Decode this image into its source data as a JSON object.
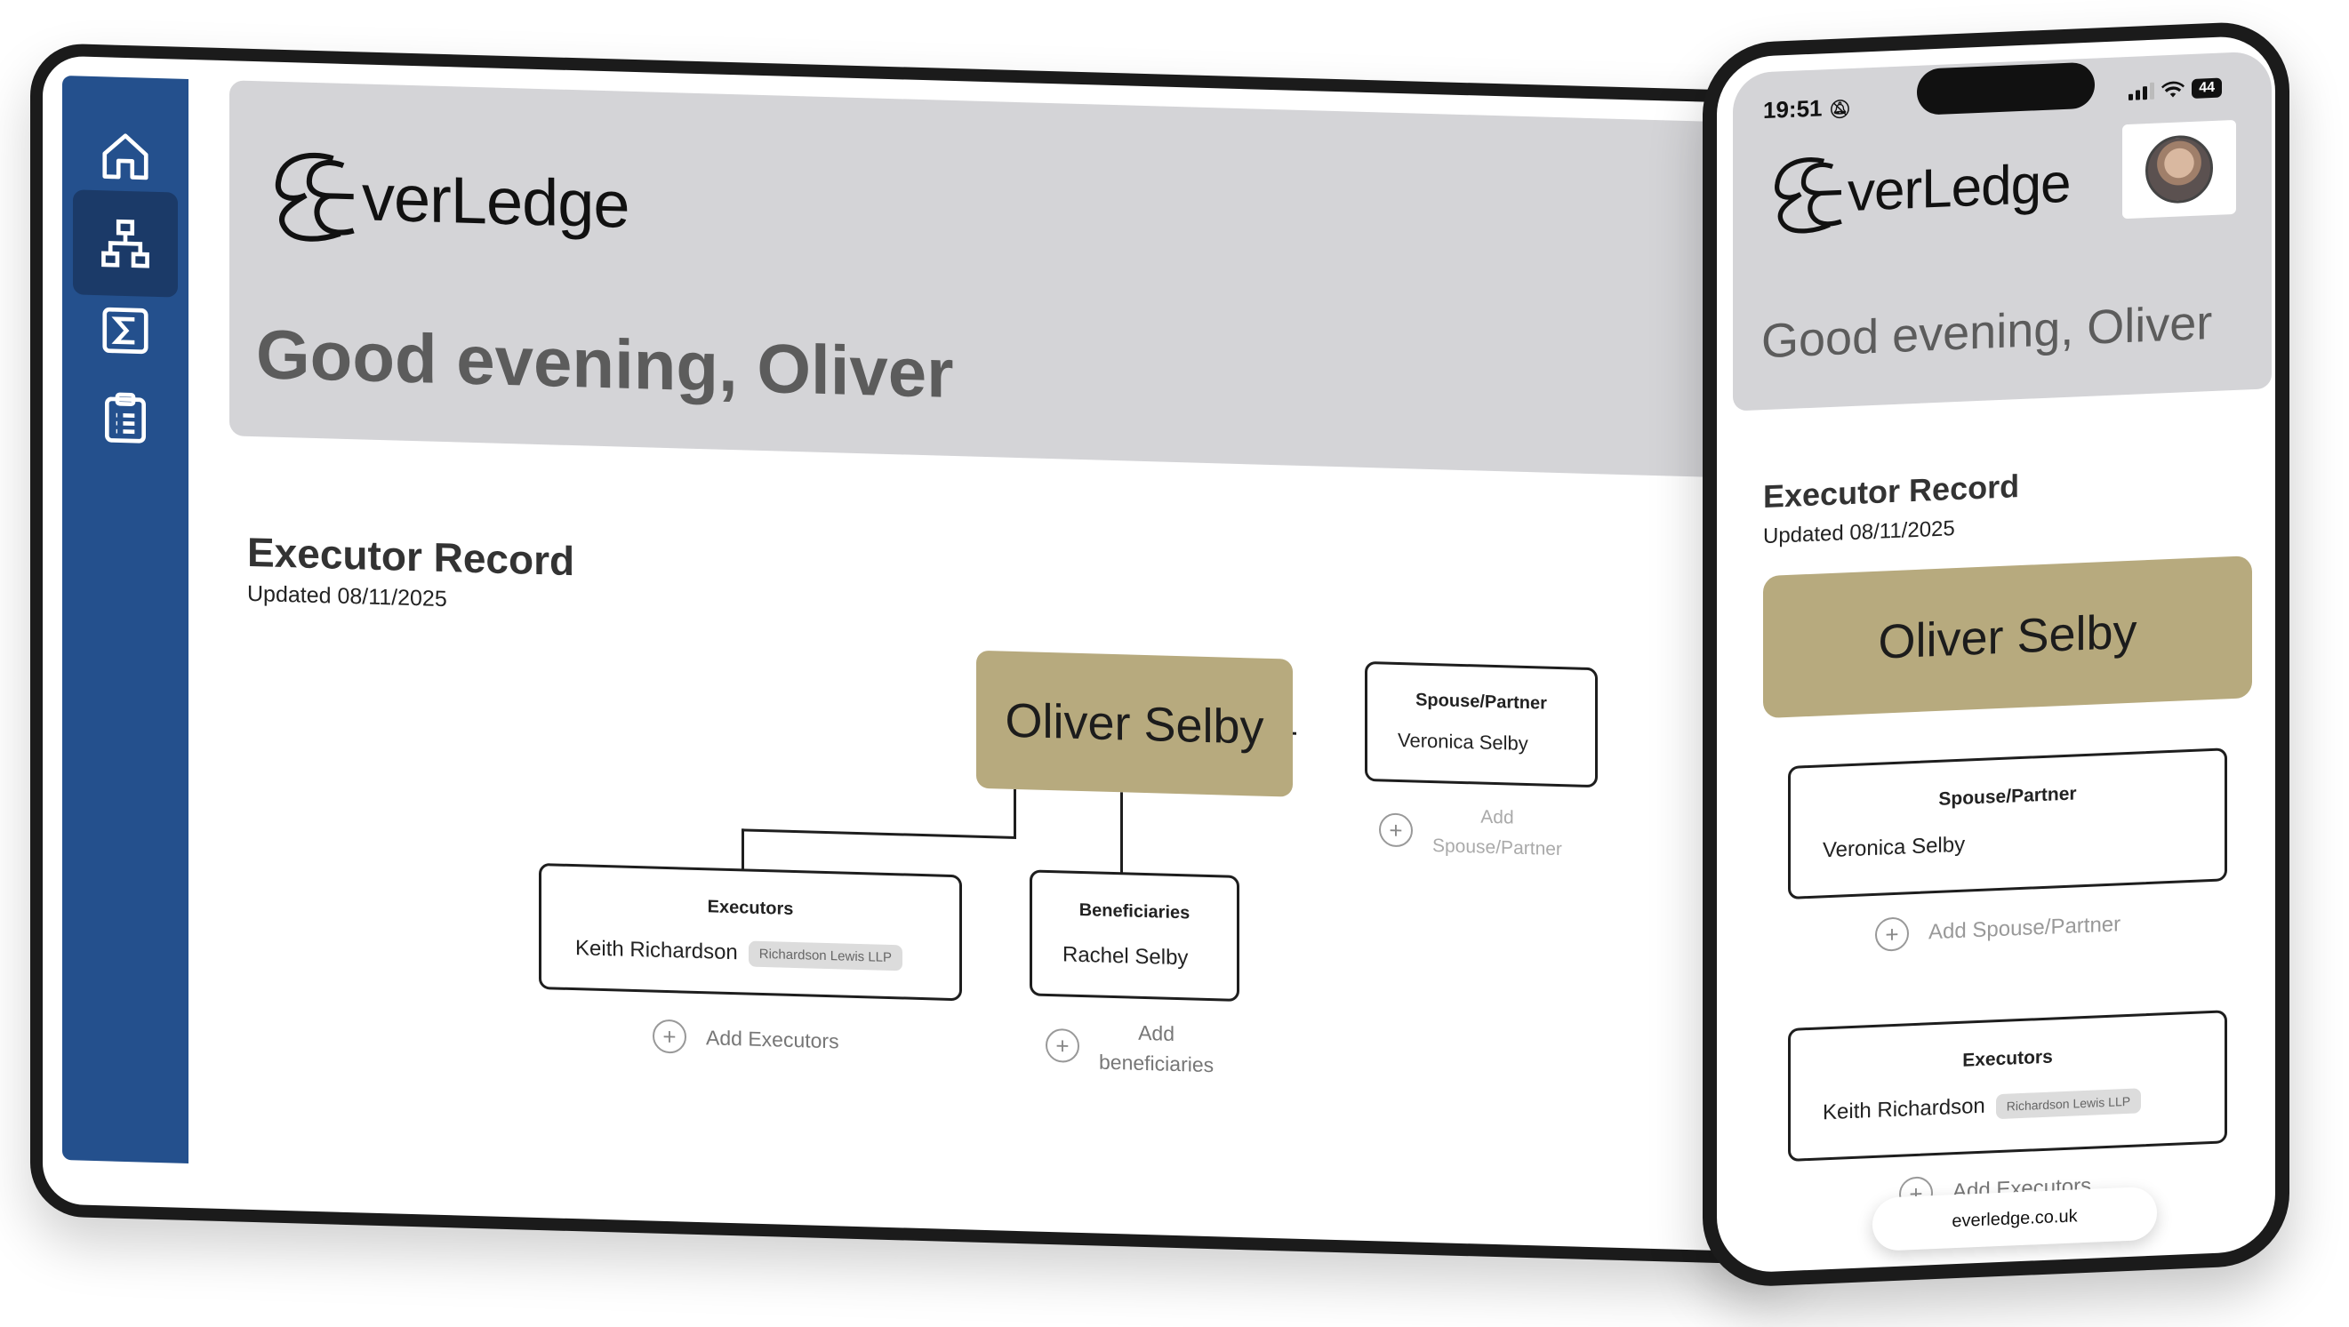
{
  "app": {
    "logo_text": "verLedge",
    "greeting": "Good evening, Oliver"
  },
  "sidebar": {
    "items": [
      {
        "icon": "home-icon",
        "active": false
      },
      {
        "icon": "org-chart-icon",
        "active": true
      },
      {
        "icon": "sigma-icon",
        "active": false
      },
      {
        "icon": "clipboard-list-icon",
        "active": false
      }
    ]
  },
  "record": {
    "title": "Executor Record",
    "updated": "Updated 08/11/2025"
  },
  "tree": {
    "root": "Oliver Selby",
    "spouse": {
      "title": "Spouse/Partner",
      "name": "Veronica Selby",
      "add_label": "Add Spouse/Partner",
      "add_line1": "Add",
      "add_line2": "Spouse/Partner"
    },
    "executors": {
      "title": "Executors",
      "name": "Keith Richardson",
      "firm": "Richardson Lewis LLP",
      "add_label": "Add Executors"
    },
    "beneficiaries": {
      "title": "Beneficiaries",
      "name": "Rachel Selby",
      "add_line1": "Add",
      "add_line2": "beneficiaries"
    }
  },
  "phone": {
    "time": "19:51",
    "battery": "44",
    "url": "everledge.co.uk"
  },
  "colors": {
    "sidebar": "#24508d",
    "sidebar_active": "#1b3a68",
    "hero": "#d4d4d7",
    "root_node": "#b7aa7e"
  }
}
